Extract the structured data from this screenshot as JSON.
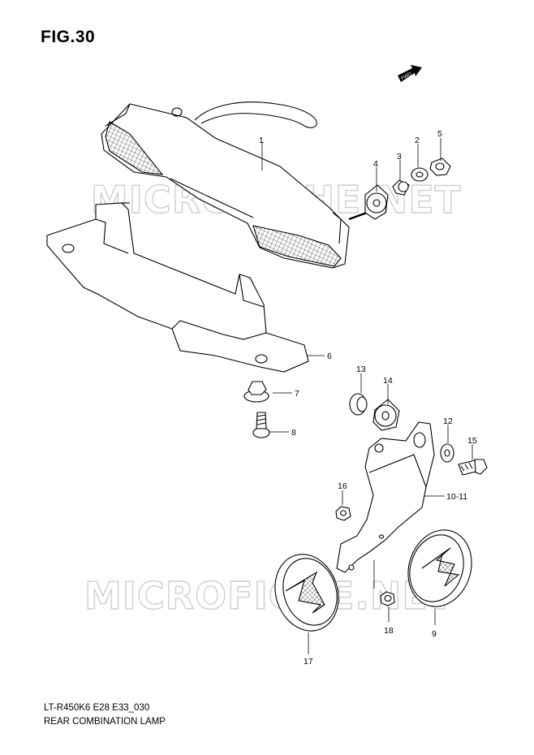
{
  "figure": {
    "title": "FIG.30",
    "code": "LT-R450K6 E28 E33_030",
    "name": "REAR COMBINATION LAMP",
    "fwd_label": "FWD"
  },
  "watermark": "MICROFICHE.NET",
  "callouts": [
    "1",
    "2",
    "3",
    "4",
    "5",
    "6",
    "7",
    "8",
    "9",
    "10-11",
    "12",
    "13",
    "14",
    "15",
    "16",
    "17",
    "18"
  ]
}
